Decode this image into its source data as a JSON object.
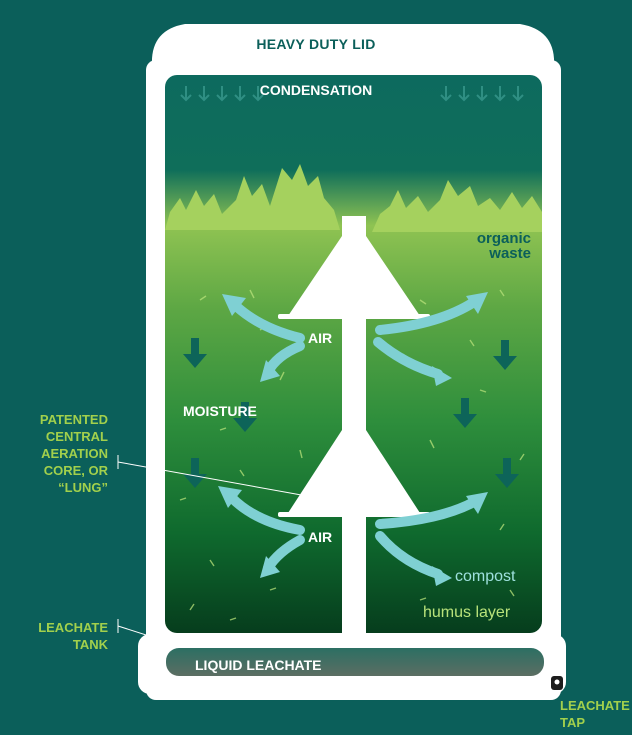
{
  "labels": {
    "lid": "HEAVY DUTY LID",
    "condensation": "CONDENSATION",
    "organic_waste": [
      "organic",
      "waste"
    ],
    "air": [
      "AIR",
      "AIR"
    ],
    "moisture": "MOISTURE",
    "compost": "compost",
    "humus_layer": "humus layer",
    "liquid_leachate": "LIQUID LEACHATE",
    "aeration_core": [
      "PATENTED",
      "CENTRAL",
      "AERATION",
      "CORE, OR",
      "“LUNG”"
    ],
    "leachate_tank": [
      "LEACHATE",
      "TANK"
    ],
    "leachate_tap": [
      "LEACHATE",
      "TAP"
    ]
  },
  "colors": {
    "background": "#0b5f5a",
    "bin": "#ffffff",
    "air_arrow": "#7fd0d3",
    "moisture_arrow": "#0d6459",
    "callout": "#a2d04c",
    "leachate": "#5c6e63"
  }
}
